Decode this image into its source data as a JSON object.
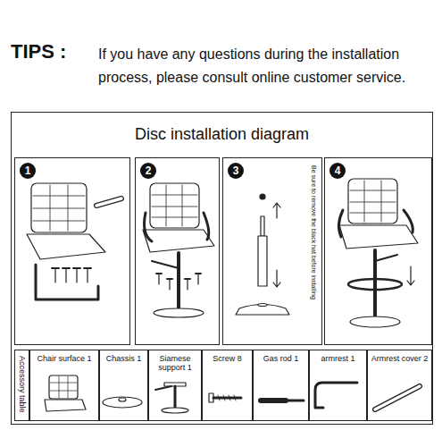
{
  "diagram": {
    "nodes": [
      {
        "text": [
          "Disc installation diagram"
        ]
      },
      {
        "text": [
          "1"
        ],
        "in": 0
      },
      {
        "text": [
          "2"
        ],
        "in": 0
      },
      {
        "text": [
          "3",
          "Be sure to remove the black hat before installing"
        ],
        "in": 0
      },
      {
        "text": [
          "4"
        ],
        "in": 0
      },
      {
        "text": [
          "Accessory table"
        ],
        "in": 0
      },
      {
        "text": [
          "Chair surface 1"
        ],
        "in": 0
      },
      {
        "text": [
          "Chassis 1"
        ],
        "in": 0
      },
      {
        "text": [
          "Siamese support 1"
        ],
        "in": 0
      },
      {
        "text": [
          "Screw 8"
        ],
        "in": 0
      },
      {
        "text": [
          "Gas rod 1"
        ],
        "in": 0
      },
      {
        "text": [
          "armrest 1"
        ],
        "in": 0
      },
      {
        "text": [
          "Armrest cover 2"
        ],
        "in": 0
      }
    ],
    "labels": [
      "TIPS :",
      "If you have any questions during the installation process, please consult online customer service."
    ]
  }
}
